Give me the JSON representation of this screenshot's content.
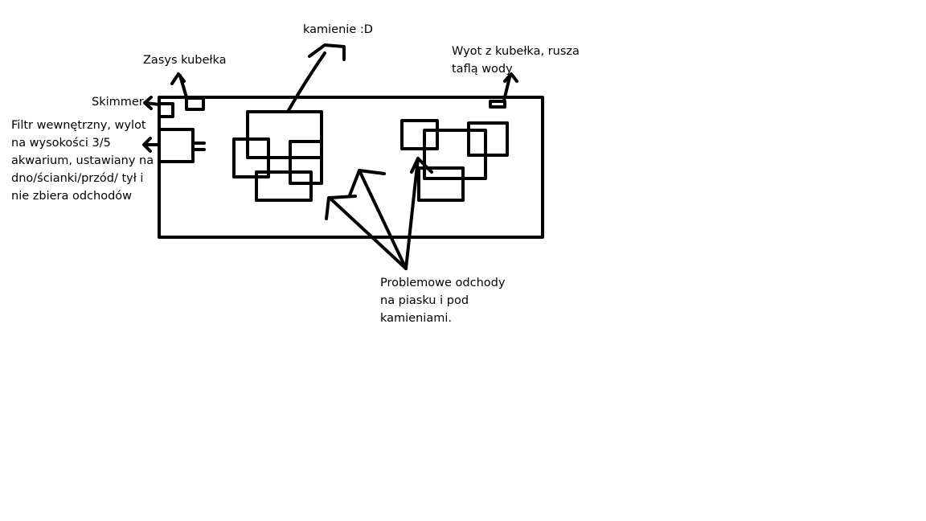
{
  "colors": {
    "ink": "#000000",
    "background": "#ffffff"
  },
  "labels": {
    "zasys": [
      "Zasys kubełka"
    ],
    "kamienie": [
      "kamienie :D"
    ],
    "wyot": [
      "Wyot z kubełka, rusza",
      "taflą wody"
    ],
    "skimmer": [
      "Skimmer"
    ],
    "filtr": [
      "Filtr wewnętrzny, wylot",
      "na wysokości 3/5",
      "akwarium, ustawiany na",
      "dno/ścianki/przód/ tył i",
      "nie zbiera odchodów"
    ],
    "problem": [
      "Problemowe odchody",
      "na piasku i pod",
      "kamieniami."
    ]
  }
}
